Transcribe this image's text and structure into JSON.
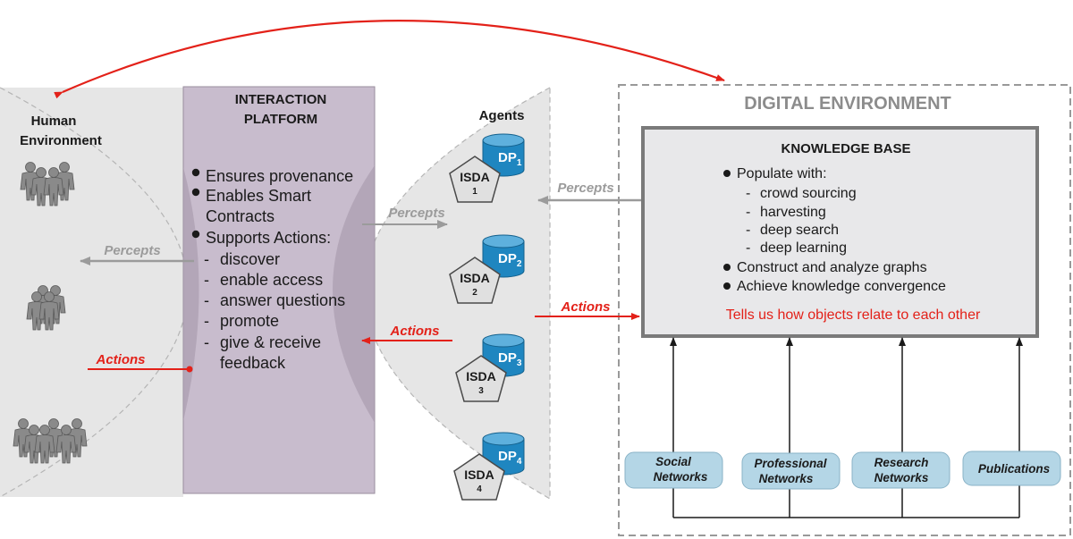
{
  "colors": {
    "red_arrow": "#e32119",
    "gray_arrow": "#9b9b9b",
    "lens_fill": "#e6e6e6",
    "platform_fill": "#c8bccd",
    "platform_overlap_fill": "#a899ac",
    "kb_fill": "#e8e8ea",
    "kb_border": "#7a7a7a",
    "source_fill": "#b4d6e6",
    "cylinder_fill": "#1f86c0",
    "pentagon_fill": "#e0e0e0",
    "dark_text": "#1a1a1a",
    "digital_title_text": "#8c8c8c"
  },
  "human": {
    "title_line1": "Human",
    "title_line2": "Environment",
    "icon_name": "people-group-icon",
    "percepts_label": "Percepts",
    "actions_label": "Actions"
  },
  "platform": {
    "title_line1": "INTERACTION",
    "title_line2": "PLATFORM",
    "bullets": [
      "Ensures provenance",
      "Enables Smart",
      "Contracts",
      "Supports Actions:"
    ],
    "sub_items": [
      "discover",
      "enable access",
      "answer questions",
      "promote",
      "give & receive",
      "feedback"
    ]
  },
  "agents": {
    "title": "Agents",
    "percepts_label": "Percepts",
    "actions_label": "Actions",
    "items": [
      {
        "isda": "ISDA",
        "num": "1",
        "dp": "DP",
        "dp_sub": "1"
      },
      {
        "isda": "ISDA",
        "num": "2",
        "dp": "DP",
        "dp_sub": "2"
      },
      {
        "isda": "ISDA",
        "num": "3",
        "dp": "DP",
        "dp_sub": "3"
      },
      {
        "isda": "ISDA",
        "num": "4",
        "dp": "DP",
        "dp_sub": "4"
      }
    ]
  },
  "digital": {
    "title": "DIGITAL ENVIRONMENT",
    "percepts_label": "Percepts",
    "actions_label": "Actions"
  },
  "kb": {
    "title": "KNOWLEDGE BASE",
    "populate": "Populate with:",
    "populate_items": [
      "crowd sourcing",
      "harvesting",
      "deep search",
      "deep learning"
    ],
    "bullets": [
      "Construct and analyze graphs",
      "Achieve knowledge convergence"
    ],
    "tagline": "Tells us how objects relate to each other"
  },
  "sources": [
    {
      "line1": "Social",
      "line2": "Networks"
    },
    {
      "line1": "Professional",
      "line2": "Networks"
    },
    {
      "line1": "Research",
      "line2": "Networks"
    },
    {
      "line1": "Publications",
      "line2": ""
    }
  ]
}
